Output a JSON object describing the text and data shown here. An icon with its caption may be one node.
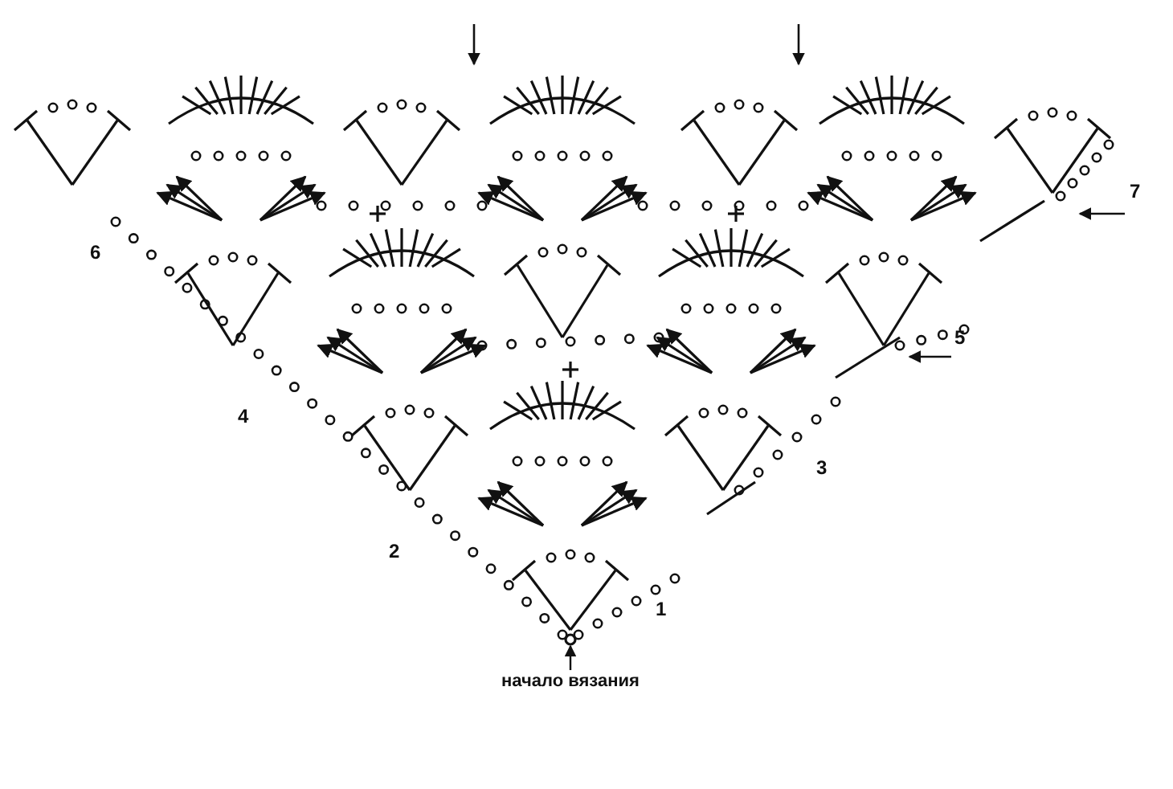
{
  "diagram": {
    "nodes": [
      {
        "text": [
          "начало вязания"
        ]
      },
      {
        "text": [],
        "shape": "circle"
      }
    ],
    "edges": [
      {
        "from": 0,
        "to": 1,
        "arrow": "to"
      }
    ],
    "labels": [
      "7",
      "6",
      "5",
      "4",
      "3",
      "2",
      "1"
    ]
  }
}
